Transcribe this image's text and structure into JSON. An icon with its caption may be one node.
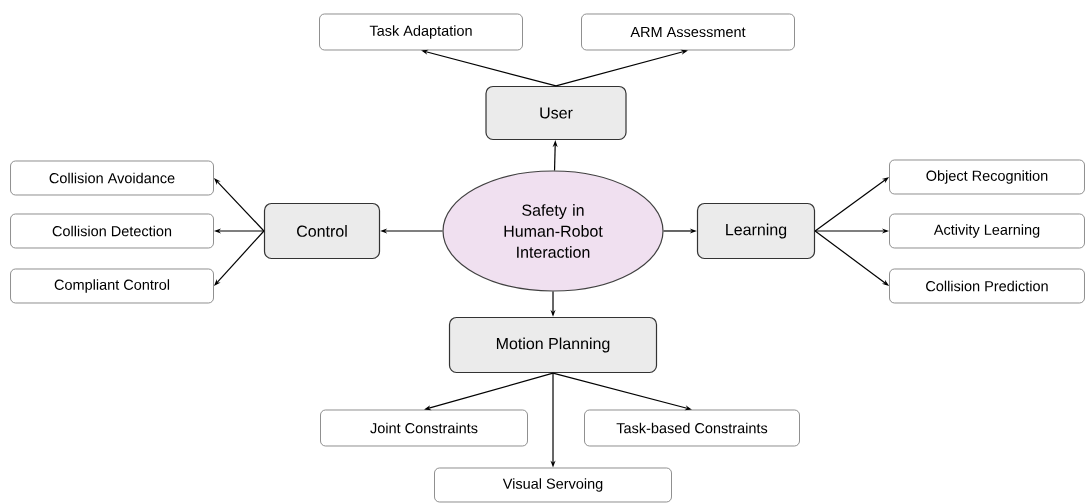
{
  "diagram": {
    "nodes": [
      {
        "text": [
          "Safety in Human-Robot Interaction"
        ]
      },
      {
        "text": [
          "User"
        ]
      },
      {
        "text": [
          "Task Adaptation"
        ]
      },
      {
        "text": [
          "ARM Assessment"
        ]
      },
      {
        "text": [
          "Control"
        ]
      },
      {
        "text": [
          "Collision Avoidance"
        ]
      },
      {
        "text": [
          "Collision Detection"
        ]
      },
      {
        "text": [
          "Compliant Control"
        ]
      },
      {
        "text": [
          "Learning"
        ]
      },
      {
        "text": [
          "Object Recognition"
        ]
      },
      {
        "text": [
          "Activity Learning"
        ]
      },
      {
        "text": [
          "Collision Prediction"
        ]
      },
      {
        "text": [
          "Motion Planning"
        ]
      },
      {
        "text": [
          "Joint Constraints"
        ]
      },
      {
        "text": [
          "Task-based Constraints"
        ]
      },
      {
        "text": [
          "Visual Servoing"
        ]
      }
    ],
    "edges": [
      {
        "from": 0,
        "to": 1,
        "arrow": "to"
      },
      {
        "from": 0,
        "to": 4,
        "arrow": "to"
      },
      {
        "from": 0,
        "to": 8,
        "arrow": "to"
      },
      {
        "from": 0,
        "to": 12,
        "arrow": "to"
      },
      {
        "from": 1,
        "to": 2,
        "arrow": "to"
      },
      {
        "from": 1,
        "to": 3,
        "arrow": "to"
      },
      {
        "from": 4,
        "to": 5,
        "arrow": "to"
      },
      {
        "from": 4,
        "to": 6,
        "arrow": "to"
      },
      {
        "from": 4,
        "to": 7,
        "arrow": "to"
      },
      {
        "from": 8,
        "to": 9,
        "arrow": "to"
      },
      {
        "from": 8,
        "to": 10,
        "arrow": "to"
      },
      {
        "from": 8,
        "to": 11,
        "arrow": "to"
      },
      {
        "from": 12,
        "to": 13,
        "arrow": "to"
      },
      {
        "from": 12,
        "to": 14,
        "arrow": "to"
      },
      {
        "from": 12,
        "to": 15,
        "arrow": "to"
      }
    ]
  }
}
